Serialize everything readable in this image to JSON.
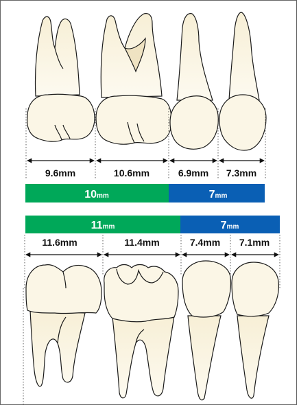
{
  "upper": {
    "measurements": [
      "9.6mm",
      "10.6mm",
      "6.9mm",
      "7.3mm"
    ],
    "molar_group": {
      "value": "10",
      "unit": "mm",
      "color": "#00a859"
    },
    "premolar_group": {
      "value": "7",
      "unit": "mm",
      "color": "#0a5fb4"
    }
  },
  "lower": {
    "measurements": [
      "11.6mm",
      "11.4mm",
      "7.4mm",
      "7.1mm"
    ],
    "molar_group": {
      "value": "11",
      "unit": "mm",
      "color": "#00a859"
    },
    "premolar_group": {
      "value": "7",
      "unit": "mm",
      "color": "#0a5fb4"
    }
  },
  "colors": {
    "tooth_fill": "#fbf6e6",
    "tooth_shade": "#efe3c2",
    "outline": "#1a1a1a",
    "frame": "#666666"
  }
}
